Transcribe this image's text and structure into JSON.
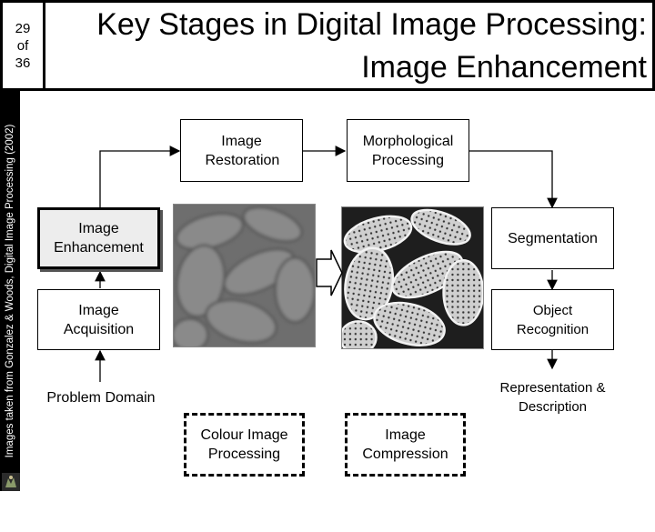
{
  "slide": {
    "page_current": "29",
    "page_of": "of",
    "page_total": "36",
    "title_line1": "Key Stages in Digital Image Processing:",
    "title_line2": "Image Enhancement",
    "credit": "Images taken from Gonzalez & Woods, Digital Image Processing (2002)"
  },
  "stages": {
    "restoration": "Image Restoration",
    "morphological": "Morphological Processing",
    "enhancement": "Image Enhancement",
    "segmentation": "Segmentation",
    "acquisition": "Image Acquisition",
    "recognition": "Object Recognition",
    "representation": "Representation & Description",
    "problem_domain": "Problem Domain",
    "colour": "Colour Image Processing",
    "compression": "Image Compression"
  },
  "colors": {
    "active_fill": "#ededed",
    "line": "#000000"
  }
}
